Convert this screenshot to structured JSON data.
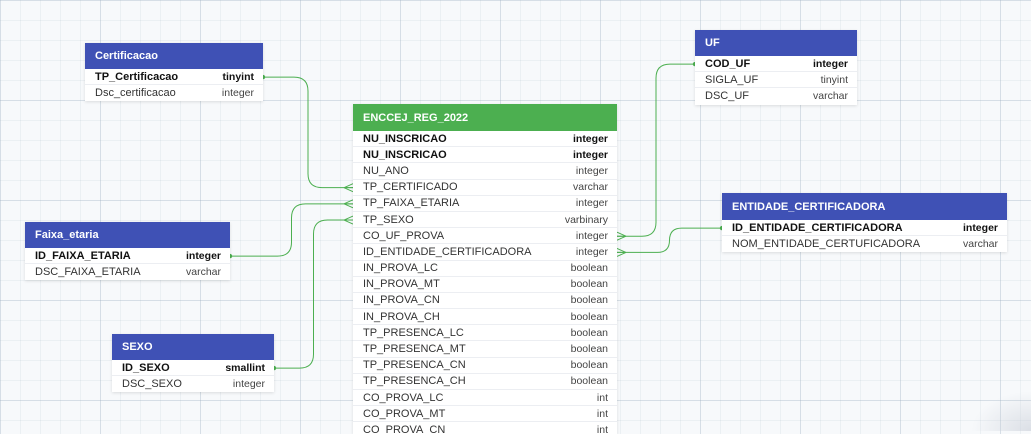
{
  "colors": {
    "header_blue": "#3f51b5",
    "header_green": "#4caf50",
    "connector": "#4caf50"
  },
  "tables": {
    "certificacao": {
      "title": "Certificacao",
      "fields": [
        {
          "name": "TP_Certificacao",
          "type": "tinyint",
          "pk": true
        },
        {
          "name": "Dsc_certificacao",
          "type": "integer",
          "pk": false
        }
      ]
    },
    "uf": {
      "title": "UF",
      "fields": [
        {
          "name": "COD_UF",
          "type": "integer",
          "pk": true
        },
        {
          "name": "SIGLA_UF",
          "type": "tinyint",
          "pk": false
        },
        {
          "name": "DSC_UF",
          "type": "varchar",
          "pk": false
        }
      ]
    },
    "enccej": {
      "title": "ENCCEJ_REG_2022",
      "fields": [
        {
          "name": "NU_INSCRICAO",
          "type": "integer",
          "pk": true
        },
        {
          "name": "NU_INSCRICAO",
          "type": "integer",
          "pk": true
        },
        {
          "name": "NU_ANO",
          "type": "integer",
          "pk": false
        },
        {
          "name": "TP_CERTIFICADO",
          "type": "varchar",
          "pk": false
        },
        {
          "name": "TP_FAIXA_ETARIA",
          "type": "integer",
          "pk": false
        },
        {
          "name": "TP_SEXO",
          "type": "varbinary",
          "pk": false
        },
        {
          "name": "CO_UF_PROVA",
          "type": "integer",
          "pk": false
        },
        {
          "name": "ID_ENTIDADE_CERTIFICADORA",
          "type": "integer",
          "pk": false
        },
        {
          "name": "IN_PROVA_LC",
          "type": "boolean",
          "pk": false
        },
        {
          "name": "IN_PROVA_MT",
          "type": "boolean",
          "pk": false
        },
        {
          "name": "IN_PROVA_CN",
          "type": "boolean",
          "pk": false
        },
        {
          "name": "IN_PROVA_CH",
          "type": "boolean",
          "pk": false
        },
        {
          "name": "TP_PRESENCA_LC",
          "type": "boolean",
          "pk": false
        },
        {
          "name": "TP_PRESENCA_MT",
          "type": "boolean",
          "pk": false
        },
        {
          "name": "TP_PRESENCA_CN",
          "type": "boolean",
          "pk": false
        },
        {
          "name": "TP_PRESENCA_CH",
          "type": "boolean",
          "pk": false
        },
        {
          "name": "CO_PROVA_LC",
          "type": "int",
          "pk": false
        },
        {
          "name": "CO_PROVA_MT",
          "type": "int",
          "pk": false
        },
        {
          "name": "CO_PROVA_CN",
          "type": "int",
          "pk": false
        }
      ]
    },
    "entidade": {
      "title": "ENTIDADE_CERTIFICADORA",
      "fields": [
        {
          "name": "ID_ENTIDADE_CERTIFICADORA",
          "type": "integer",
          "pk": true
        },
        {
          "name": "NOM_ENTIDADE_CERTUFICADORA",
          "type": "varchar",
          "pk": false
        }
      ]
    },
    "faixa": {
      "title": "Faixa_etaria",
      "fields": [
        {
          "name": "ID_FAIXA_ETARIA",
          "type": "integer",
          "pk": true
        },
        {
          "name": "DSC_FAIXA_ETARIA",
          "type": "varchar",
          "pk": false
        }
      ]
    },
    "sexo": {
      "title": "SEXO",
      "fields": [
        {
          "name": "ID_SEXO",
          "type": "smallint",
          "pk": true
        },
        {
          "name": "DSC_SEXO",
          "type": "integer",
          "pk": false
        }
      ]
    }
  },
  "relations": [
    {
      "from_table": "certificacao",
      "from_field": "TP_Certificacao",
      "to_table": "enccej",
      "to_field": "TP_CERTIFICADO"
    },
    {
      "from_table": "faixa",
      "from_field": "ID_FAIXA_ETARIA",
      "to_table": "enccej",
      "to_field": "TP_FAIXA_ETARIA"
    },
    {
      "from_table": "sexo",
      "from_field": "ID_SEXO",
      "to_table": "enccej",
      "to_field": "TP_SEXO"
    },
    {
      "from_table": "uf",
      "from_field": "COD_UF",
      "to_table": "enccej",
      "to_field": "CO_UF_PROVA"
    },
    {
      "from_table": "entidade",
      "from_field": "ID_ENTIDADE_CERTIFICADORA",
      "to_table": "enccej",
      "to_field": "ID_ENTIDADE_CERTIFICADORA"
    }
  ]
}
